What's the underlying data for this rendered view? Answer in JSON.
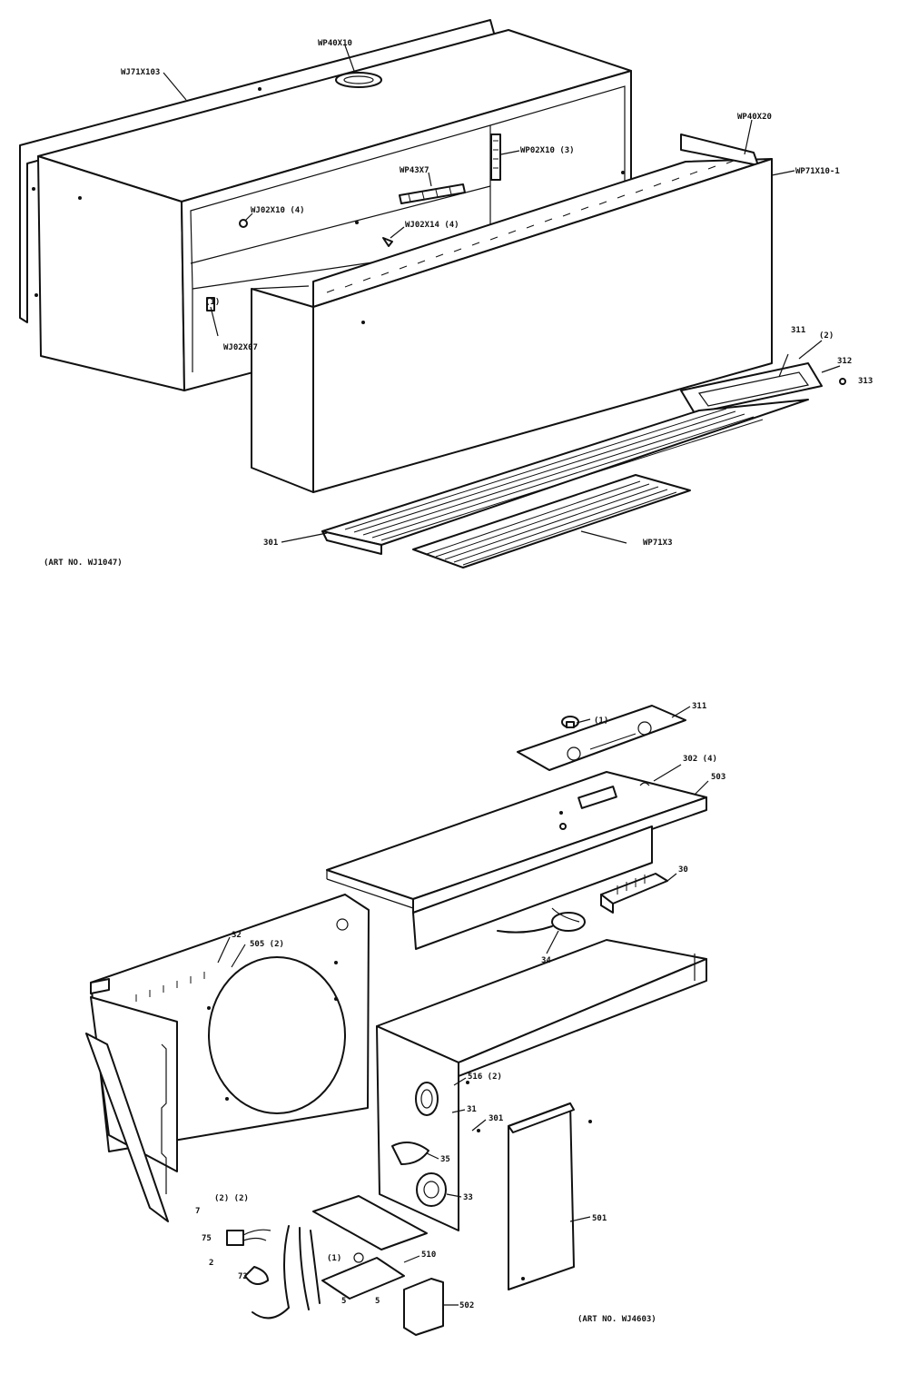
{
  "top_assembly": {
    "art_no": "(ART NO. WJ1047)",
    "callouts": {
      "cabinet": "WJ71X103",
      "handle": "WP40X10",
      "screw_set_3": "WP02X10 (3)",
      "bracket_top_right": "WP40X20",
      "front_panel": "WP71X10-1",
      "retainer": "WP43X7",
      "screw_4a": "WJ02X10 (4)",
      "screw_4b": "WJ02X14 (4)",
      "clip_left": "(1)",
      "screw_left": "WJ02X07",
      "filter_a": "311",
      "filter_b": "(2)",
      "filter_c": "312",
      "filter_d": "313",
      "grille_left": "301",
      "grille_right": "WP71X3"
    }
  },
  "bottom_assembly": {
    "art_no": "(ART NO. WJ4603)",
    "callouts": {
      "knob": "(1)",
      "top_plate": "311",
      "screw_d": "302 (4)",
      "top_cover": "503",
      "terminal_block": "30",
      "switch": "34",
      "bulkhead": "32",
      "screws_bulk": "505 (2)",
      "control_screws": "516 (2)",
      "control_part": "31",
      "side_screw": "301",
      "control_switch": "35",
      "thermostat": "33",
      "side_panel": "501",
      "wire_7": "7",
      "clip_12": "(2) (2)",
      "relay_75": "75",
      "relay_part": "2",
      "cord": "72",
      "plate": "510",
      "plate_screw": "(1)",
      "screw_a": "5",
      "screw_b": "5",
      "bracket_cap": "502"
    }
  }
}
